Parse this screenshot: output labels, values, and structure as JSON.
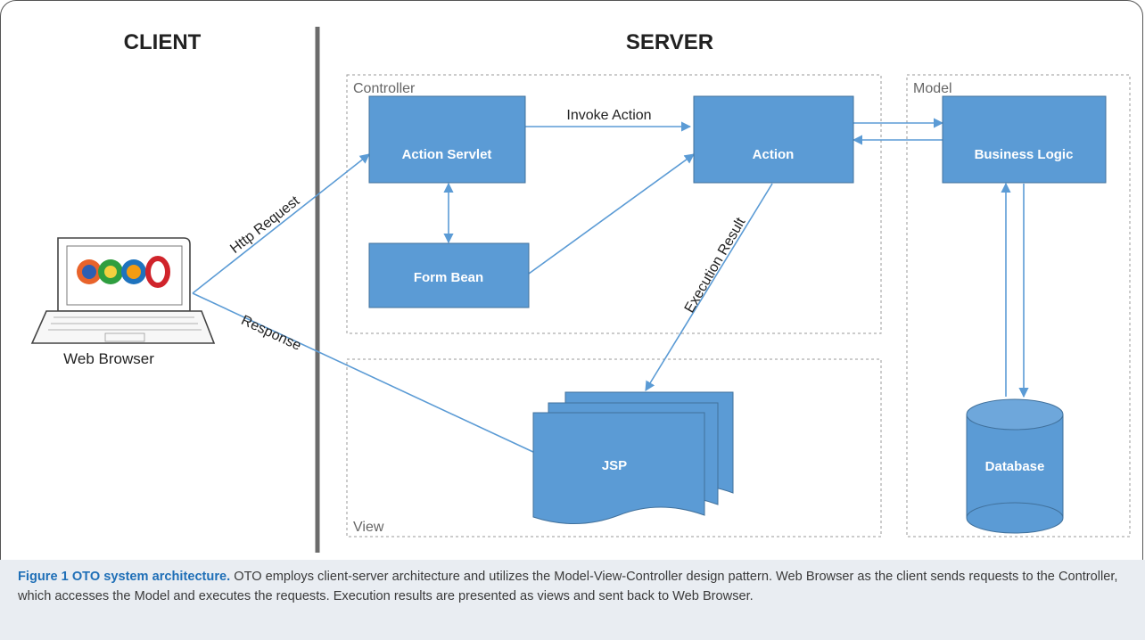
{
  "headers": {
    "client": "CLIENT",
    "server": "SERVER"
  },
  "sections": {
    "controller": "Controller",
    "model": "Model",
    "view": "View"
  },
  "nodes": {
    "action_servlet": "Action Servlet",
    "action": "Action",
    "business_logic": "Business Logic",
    "form_bean": "Form Bean",
    "jsp": "JSP",
    "database": "Database",
    "web_browser": "Web Browser"
  },
  "edges": {
    "invoke_action": "Invoke Action",
    "http_request": "Http Request",
    "response": "Response",
    "execution_result": "Execution Result"
  },
  "caption": {
    "label": "Figure 1 OTO system architecture.",
    "text": "OTO employs client-server architecture and utilizes the Model-View-Controller design pattern. Web Browser as the client sends requests to the Controller, which accesses the Model and executes the requests. Execution results are presented as views and sent back to Web Browser."
  },
  "colors": {
    "box_fill": "#5b9bd5",
    "box_stroke": "#41719c",
    "arrow": "#5b9bd5",
    "divider": "#6b6b6b",
    "caption_bg": "#e9edf2",
    "caption_label": "#1f6fb7"
  }
}
